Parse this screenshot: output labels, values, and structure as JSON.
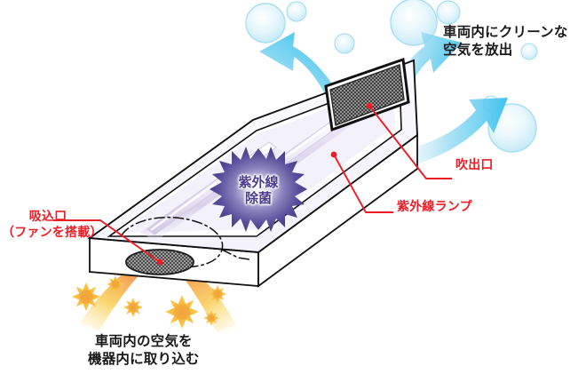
{
  "diagram": {
    "title": "UV sterilization air purifier unit for vehicle interior",
    "colors": {
      "label_red": "#ee1c25",
      "label_black": "#1a1a1a",
      "clean_air_arrow": "#4cc6ef",
      "bubble": "#d8f1fb",
      "dirty_air_arrow": "#f0883c",
      "virus": "#f5a623",
      "uv_burst": "#4c3d8f",
      "lamp_glow": "#e8e4f5",
      "device_body": "#ffffff",
      "grille_mesh": "#4a4a4a"
    },
    "labels": {
      "clean_air": {
        "name": "clean-air-release",
        "line1": "車両内にクリーンな",
        "line2": "空気を放出",
        "color": "black"
      },
      "intake_air": {
        "name": "intake-air-description",
        "line1": "車両内の空気を",
        "line2": "機器内に取り込む",
        "color": "black"
      },
      "outlet": {
        "name": "air-outlet-callout",
        "text": "吹出口",
        "color": "red"
      },
      "uv_lamp": {
        "name": "uv-lamp-callout",
        "text": "紫外線ランプ",
        "color": "red"
      },
      "intake_port": {
        "name": "intake-port-callout",
        "line1": "吸込口",
        "line2": "（ファンを搭載）",
        "color": "red"
      }
    },
    "badge": {
      "name": "uv-sterilization-badge",
      "line1": "紫外線",
      "line2": "除菌",
      "shape": "starburst",
      "text_color": "#4c3d8f"
    },
    "elements": {
      "device": "isometric-rectangular-duct-unit",
      "outlet_grille": "crosshatch-mesh-panel",
      "intake_grille": "elliptical-crosshatch-mesh",
      "uv_lamps": 2,
      "clean_arrows": 3,
      "dirty_arrows": 2,
      "bubbles": 8,
      "virus_particles": 6
    }
  }
}
